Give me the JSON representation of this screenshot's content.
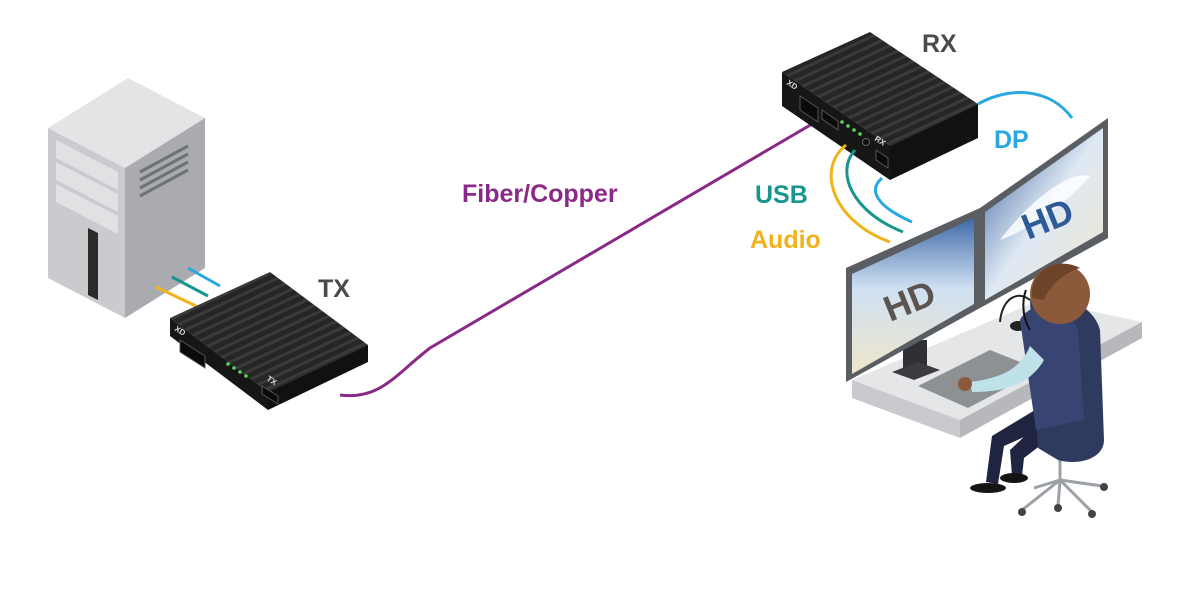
{
  "labels": {
    "tx": "TX",
    "rx": "RX",
    "link": "Fiber/Copper",
    "dp": "DP",
    "usb": "USB",
    "audio": "Audio",
    "monitor_left": "HD",
    "monitor_right": "HD",
    "device_badge": "XD",
    "device_tx": "TX",
    "device_rx": "RX"
  },
  "colors": {
    "link": "#8b2a86",
    "dp": "#29a8e0",
    "usb": "#16968c",
    "audio": "#f2b21b",
    "device_body": "#1e1e1e",
    "pc_case": "#b7b9bc",
    "skin": "#8a5a3a",
    "suit": "#2f3a5f"
  }
}
